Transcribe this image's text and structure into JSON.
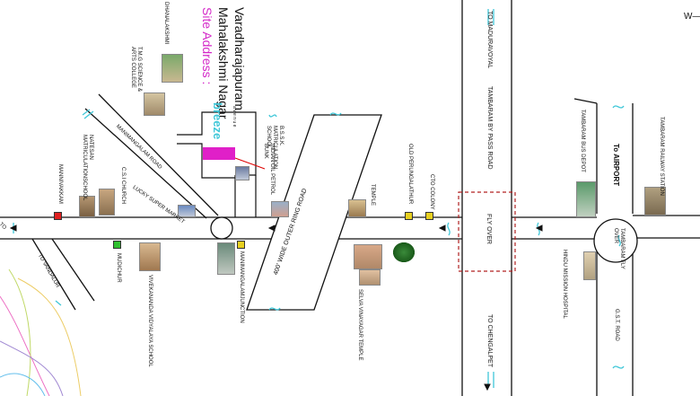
{
  "site_address": {
    "heading": "Site Address :",
    "line1": "Mahalakshmi Nagar",
    "line2": "Varadharajapuram",
    "brand": "breeze",
    "brand_sub": "a v e n u e"
  },
  "compass": "W—",
  "roads": {
    "tambaram_bypass": "TAMBARAM  BY PASS  ROAD",
    "to_maduravoyal": "TO  MADURAVOYAL",
    "to_chengalpet": "TO CHENGALPET",
    "wide_outer_ring": "400'  WIDE OUTER RING ROAD",
    "manimangalam_road": "MANIMANGALAM ROAD",
    "to_vandalur": "TO VANDALUR",
    "gst_road": "G.S.T. ROAD",
    "to_airport": "To AIRPORT",
    "fly_over": "FLY OVER",
    "tambaram_fly_over": "TAMBARAM FLY OVER",
    "to_left": "TO"
  },
  "landmarks": {
    "dhanalakshmi": "DHANALAKSHMI",
    "tmg_college": "T.M.G SCIENCE & ARTS COLLEGE",
    "bssk_school": "B.S.S.K. MATRICULATION SCHOOL",
    "indian_oil": "INDIAN OIL PETROL BUNK",
    "lucky_market": "LUCKY SUPER MARKET",
    "csi_church": "C.S.I CHURCH",
    "natesan_school": "NATESAN MATRICULATIONSCHOOL",
    "mannivakkam": "MANNIVAKKAM",
    "mudichur": "MUDICHUR",
    "vivekananda_school": "VIVEKANANDA VIDYALAYA SCHOOL",
    "manimangalam_junction": "MANIMANGALAMJUNCTION",
    "temple": "TEMPLE",
    "old_perungalathur": "OLD PERUNGALATHUR",
    "cto_colony": "CTO COLONY",
    "selva_vinayagar": "SELVA VINAYAGAR TEMPLE",
    "hindu_mission": "HINDU MISSION HOSPITAL",
    "tambaram_bus_depot": "TAMBARAM BUS DEPOT",
    "tambaram_railway": "TAMBARAM RAILWAY STATION"
  },
  "colors": {
    "road": "#111111",
    "dashed_box": "#b22222",
    "accent_cyan": "#3fc7d8",
    "magenta": "#e020c8",
    "site_text": "#d428c8",
    "marker_red": "#e02020",
    "marker_green": "#30c030",
    "marker_yellow": "#e8d020"
  }
}
